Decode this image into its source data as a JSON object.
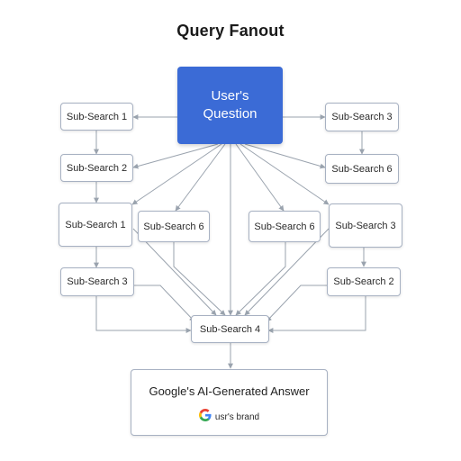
{
  "title": "Query Fanout",
  "question": {
    "label": "User's\nQuestion",
    "color": "#3b6bd6"
  },
  "nodes": {
    "n1": "Sub-Search 1",
    "n2": "Sub-Search 2",
    "n3": "Sub-Search 1",
    "n4": "Sub-Search 3",
    "n5": "Sub-Search 6",
    "n6": "Sub-Search 6",
    "n7": "Sub-Search 3",
    "n8": "Sub-Search 6",
    "n9": "Sub-Search 3",
    "n10": "Sub-Search 2",
    "hub": "Sub-Search 4"
  },
  "answer": {
    "title": "Google's AI-Generated Answer",
    "brand_text": "usr's brand",
    "logo_icon": "google-g-icon"
  },
  "colors": {
    "edge": "#9aa3ae",
    "border": "#a7b1c2"
  }
}
